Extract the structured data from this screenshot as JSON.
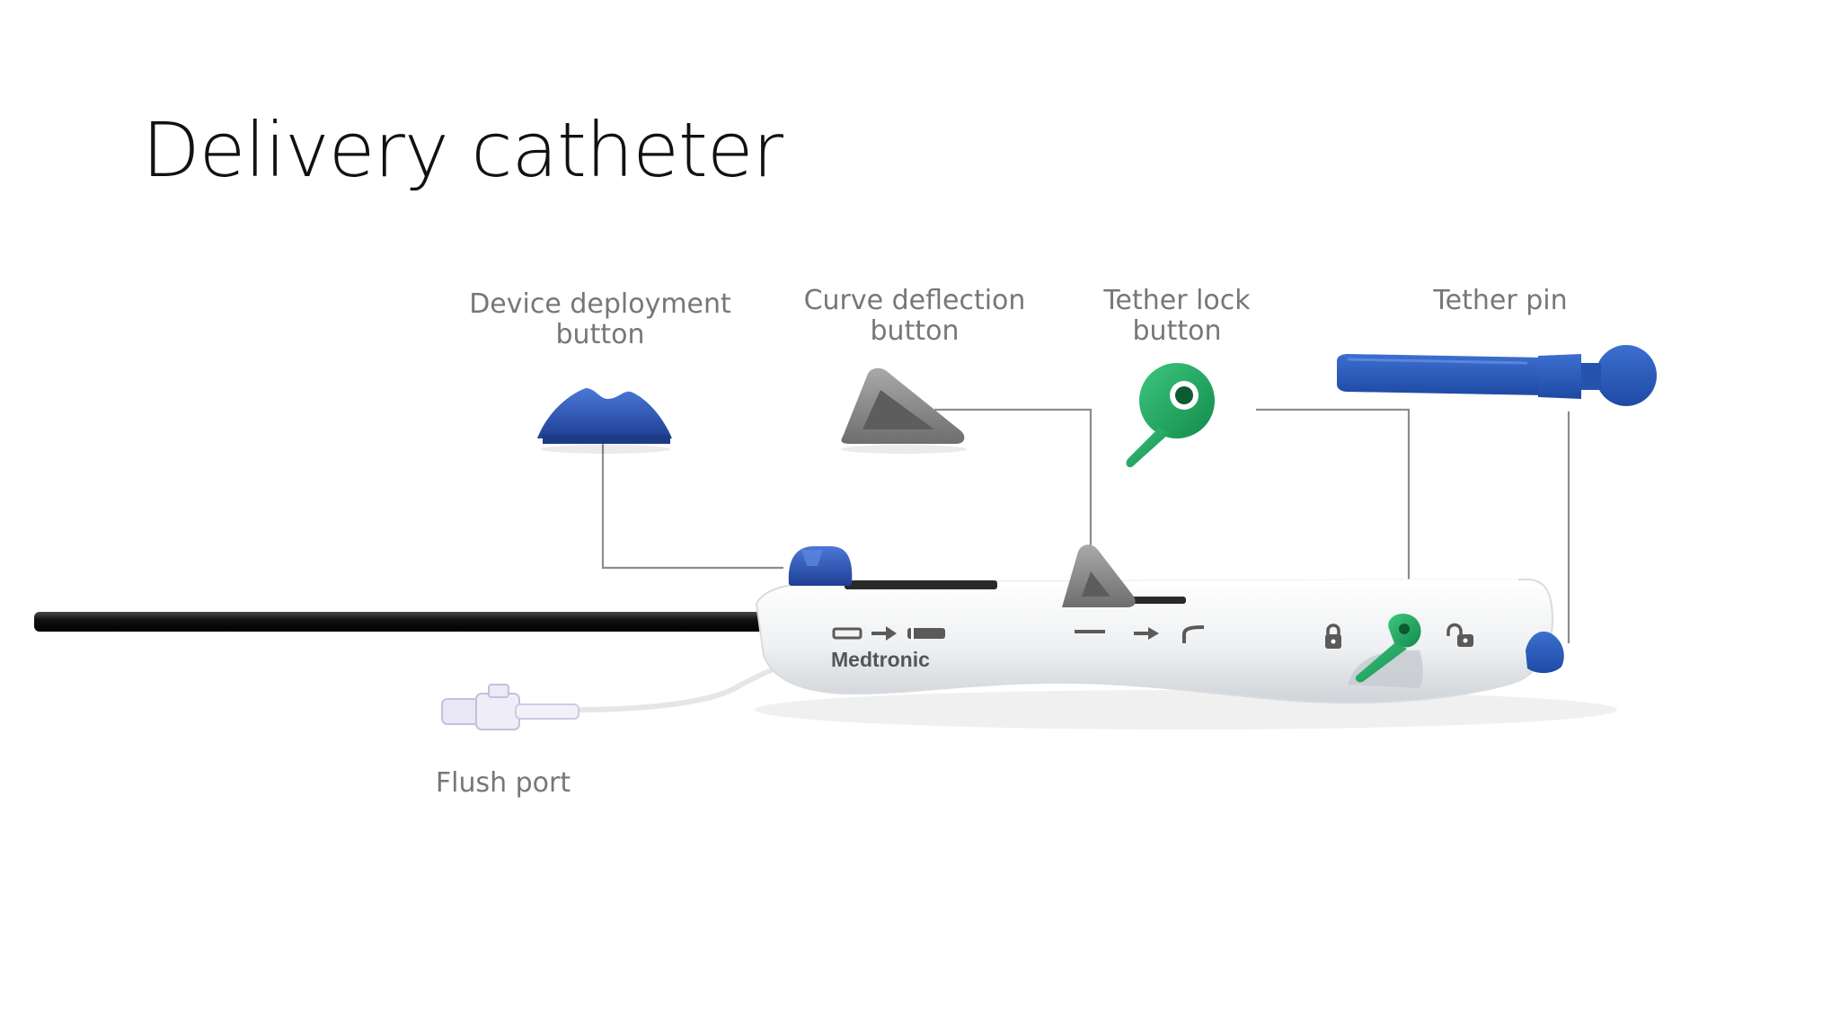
{
  "slide": {
    "title": "Delivery catheter"
  },
  "labels": {
    "device_deployment": [
      "Device deployment",
      "button"
    ],
    "curve_deflection": [
      "Curve deflection",
      "button"
    ],
    "tether_lock": [
      "Tether lock",
      "button"
    ],
    "tether_pin": "Tether pin",
    "flush_port": "Flush port"
  },
  "handle": {
    "brand": "Medtronic"
  },
  "colors": {
    "deployment_button": "#2451b3",
    "deflection_button": "#8a8a8a",
    "tether_lock": "#1fa060",
    "tether_pin": "#2457b8",
    "handle_body": "#eef0f2",
    "shaft": "#1a1a1a",
    "leader_line": "#8c8c8c"
  },
  "icons": {
    "deploy_track": "deploy-arrow-icon",
    "curve_track": "curve-arrow-icon",
    "locked": "lock-closed-icon",
    "unlocked": "lock-open-icon"
  }
}
